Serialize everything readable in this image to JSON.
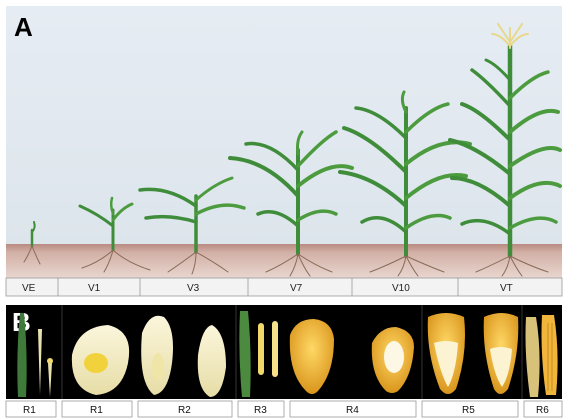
{
  "panel_a": {
    "letter": "A",
    "vegetative_stages": [
      "VE",
      "V1",
      "V3",
      "V7",
      "V10",
      "VT"
    ]
  },
  "panel_b": {
    "letter": "B",
    "reproductive_stages": [
      "R1",
      "R1",
      "R2",
      "R3",
      "R4",
      "R5",
      "R6"
    ]
  },
  "colors": {
    "sky": "#dfe7ef",
    "soil": "#c9a59a",
    "leaf": "#3f8d3a",
    "kernel_yellow": "#f0c33a",
    "background_b": "#000000"
  }
}
